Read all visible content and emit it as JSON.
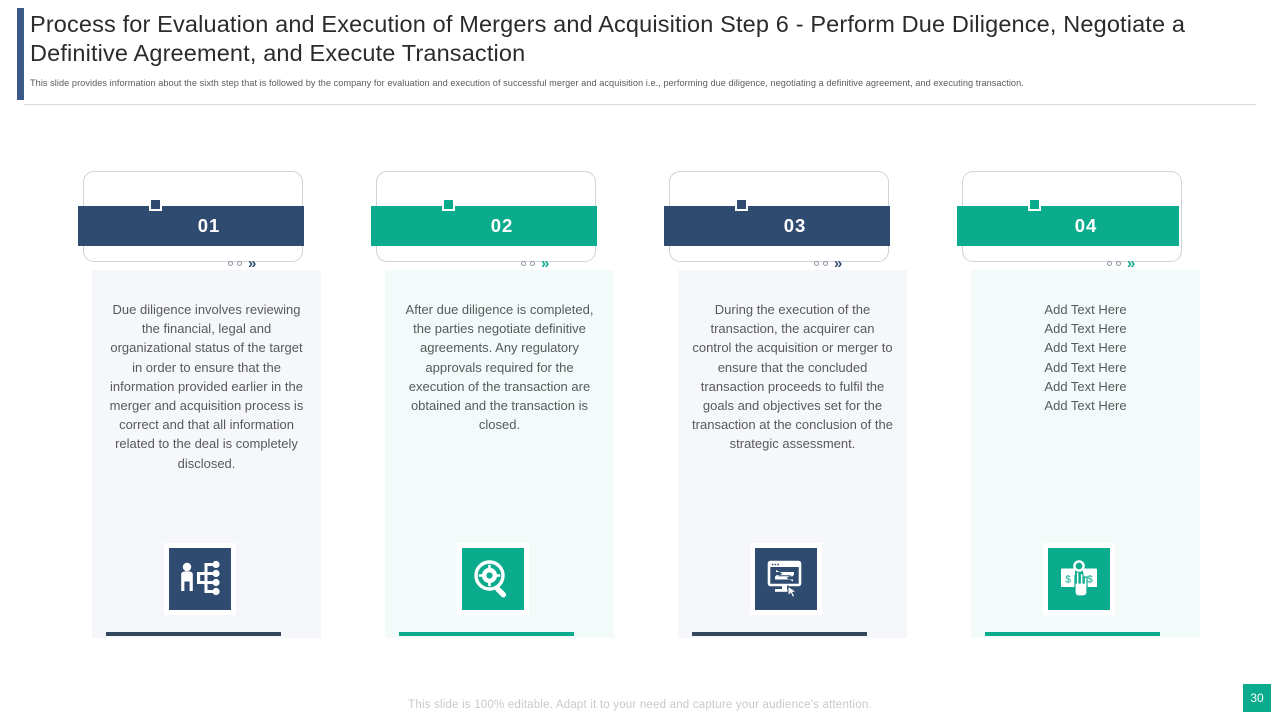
{
  "header": {
    "title": "Process for Evaluation and Execution of Mergers and Acquisition Step 6 - Perform Due Diligence, Negotiate a Definitive Agreement, and Execute Transaction",
    "subtitle": "This slide provides information about the sixth step that is followed by the company for evaluation and execution of successful merger and acquisition i.e., performing due diligence, negotiating a definitive agreement, and executing transaction."
  },
  "colors": {
    "navy": "#2f4b70",
    "teal": "#0bab8e",
    "navy_panel": "#f5f7fb",
    "teal_panel": "#f2fbf9",
    "accent_bar": "#3c5a87",
    "body_text": "#58595b"
  },
  "cards": [
    {
      "number": "01",
      "theme": "navy",
      "body": "Due diligence involves reviewing the financial, legal and organizational status of the target in order to ensure that the information provided earlier in the merger and acquisition process is correct and that all information related to the deal is completely disclosed.",
      "icon": "org-chart-person-icon"
    },
    {
      "number": "02",
      "theme": "teal",
      "body": "After due diligence is completed, the parties negotiate definitive agreements. Any regulatory approvals required for the execution of the transaction are obtained and the transaction is closed.",
      "icon": "magnifier-gear-icon"
    },
    {
      "number": "03",
      "theme": "navy",
      "body": "During the execution of the transaction, the acquirer can control the acquisition or merger to ensure that the concluded transaction proceeds to fulfil the goals and objectives set for the transaction at the conclusion of the strategic assessment.",
      "icon": "monitor-exchange-icon"
    },
    {
      "number": "04",
      "theme": "teal",
      "body": "Add Text Here\nAdd Text Here\nAdd Text Here\nAdd Text Here\nAdd Text Here\nAdd Text Here",
      "icon": "money-hand-icon"
    }
  ],
  "footer": {
    "note": "This slide is 100% editable. Adapt it to your need and capture your audience's attention.",
    "page_number": "30"
  }
}
